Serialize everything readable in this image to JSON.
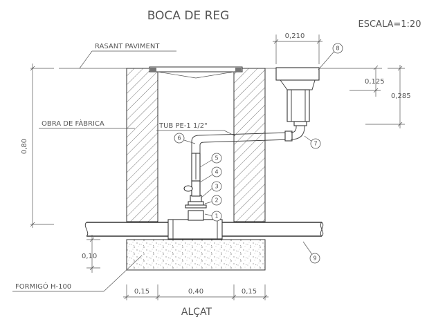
{
  "title": "BOCA DE REG",
  "scale": "ESCALA=1:20",
  "view_label": "ALÇAT",
  "labels": {
    "rasant": "RASANT PAVIMENT",
    "obra": "OBRA DE FÀBRICA",
    "tub": "TUB PE-1 1/2\"",
    "formigo": "FORMIGÓ H-100"
  },
  "dimensions": {
    "top_width": "0,210",
    "d_0125": "0,125",
    "d_0285": "0,285",
    "d_080": "0,80",
    "d_010": "0,10",
    "bottom_left": "0,15",
    "bottom_mid": "0,40",
    "bottom_right": "0,15"
  },
  "callouts": [
    "1",
    "2",
    "3",
    "4",
    "5",
    "6",
    "7",
    "8",
    "9"
  ],
  "colors": {
    "line": "#444444",
    "text": "#555555"
  }
}
